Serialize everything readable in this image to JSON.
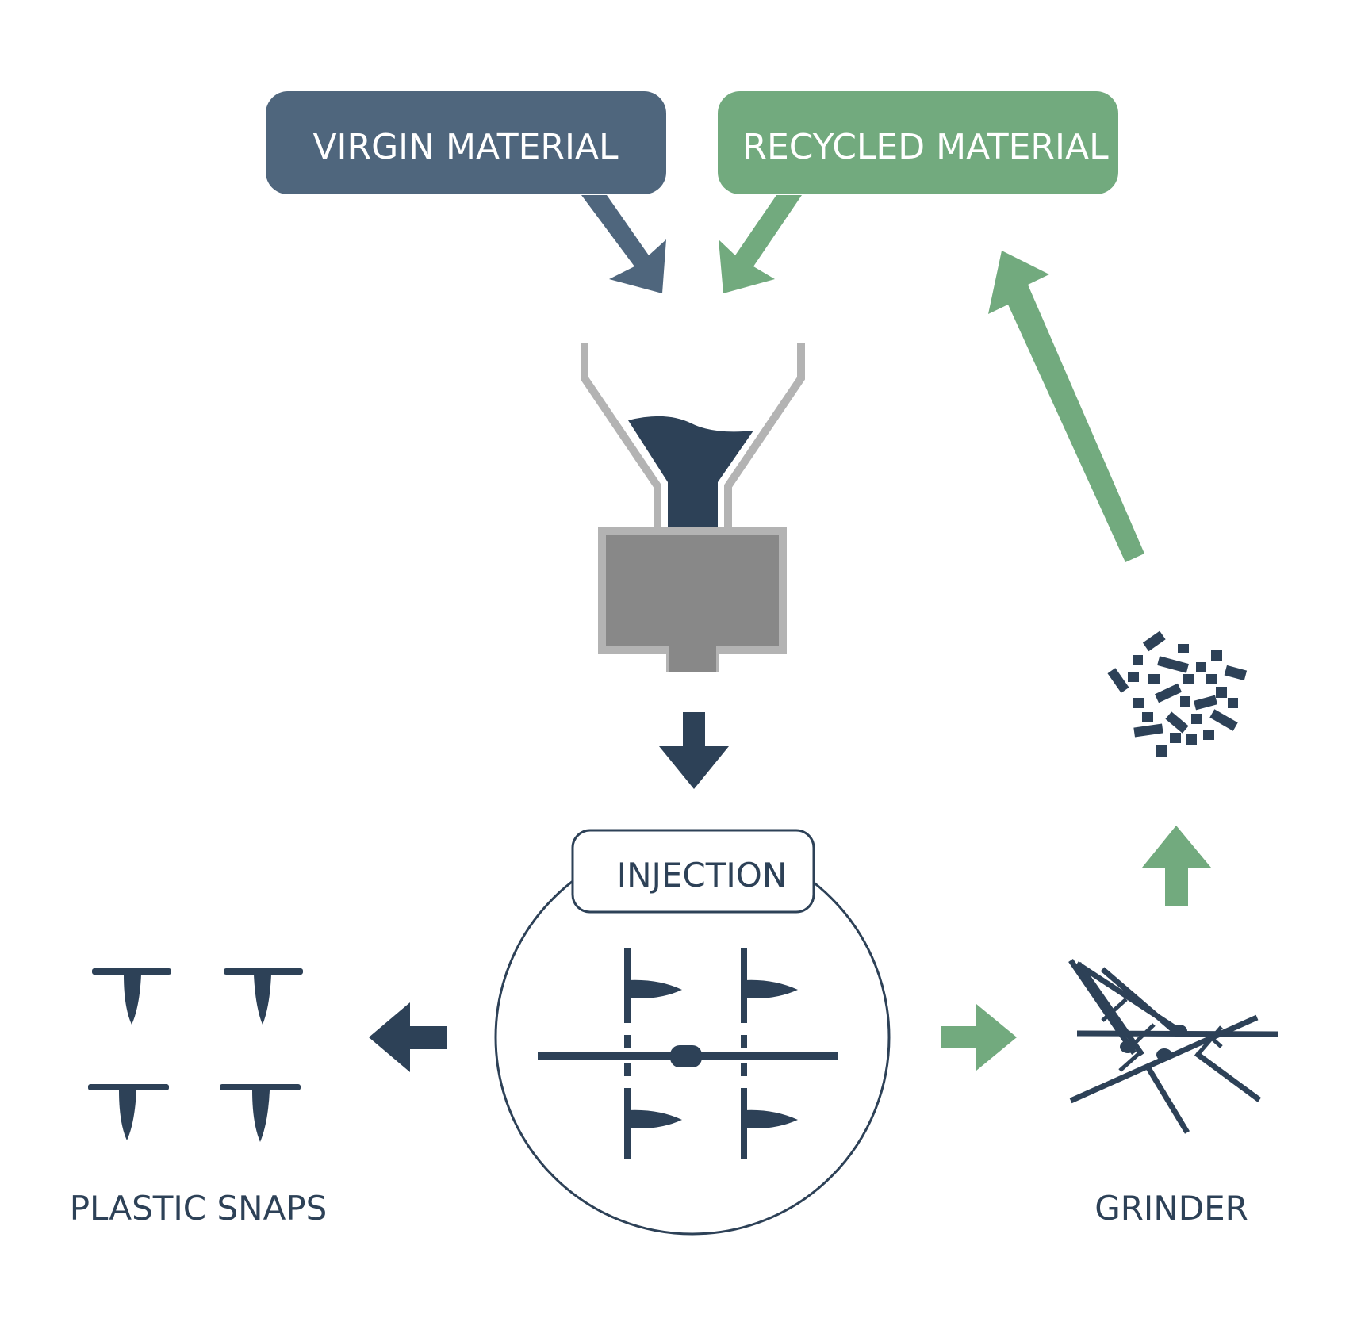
{
  "labels": {
    "virgin": "VIRGIN MATERIAL",
    "recycled": "RECYCLED MATERIAL",
    "injection": "INJECTION",
    "snaps": "PLASTIC SNAPS",
    "grinder": "GRINDER"
  },
  "colors": {
    "navy": "#2d4157",
    "slate_blue": "#4f667d",
    "green": "#72aa7e",
    "hopper_gray": "#b3b3b3",
    "barrel_gray": "#888888",
    "white": "#ffffff"
  },
  "icons": [
    "hopper-icon",
    "mold-icon",
    "snap-icon",
    "grinder-icon",
    "pellets-icon",
    "arrow-icon"
  ]
}
